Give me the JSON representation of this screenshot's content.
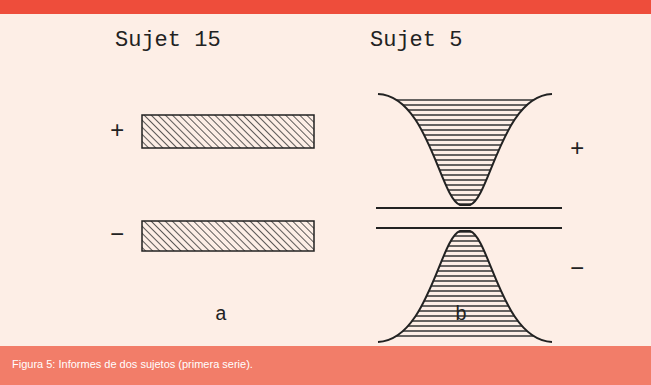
{
  "diagram": {
    "caption": "Figura 5: Informes de dos sujetos (primera serie).",
    "labels": [
      "Sujet 15",
      "Sujet 5",
      "+",
      "−",
      "a",
      "+",
      "−",
      "b"
    ]
  }
}
